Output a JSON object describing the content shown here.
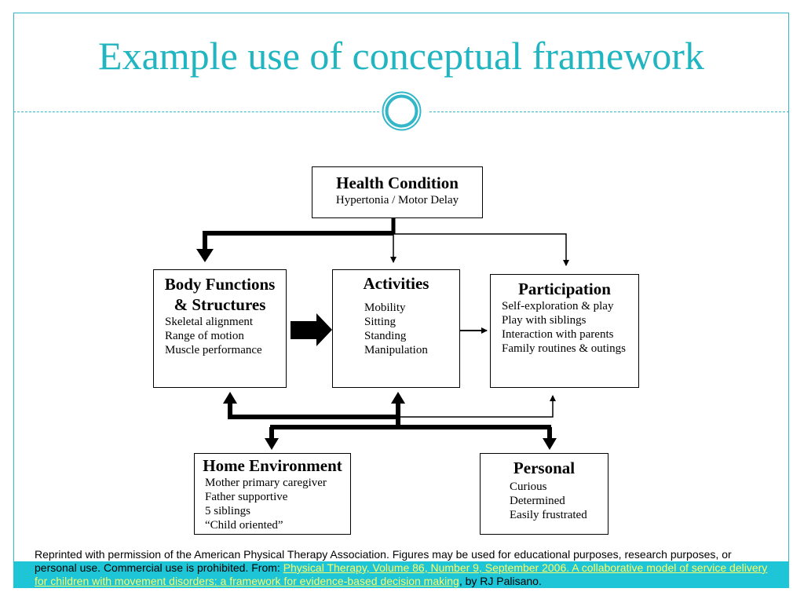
{
  "slide": {
    "title": "Example use of conceptual framework"
  },
  "diagram": {
    "health_condition": {
      "heading": "Health Condition",
      "detail": "Hypertonia / Motor Delay"
    },
    "body_functions": {
      "heading_line1": "Body Functions",
      "heading_line2": "& Structures",
      "items": [
        "Skeletal  alignment",
        "Range  of motion",
        "Muscle performance"
      ]
    },
    "activities": {
      "heading": "Activities",
      "items": [
        "Mobility",
        "Sitting",
        "Standing",
        "Manipulation"
      ]
    },
    "participation": {
      "heading": "Participation",
      "items": [
        "Self-exploration  & play",
        "Play with siblings",
        "Interaction with parents",
        "Family routines & outings"
      ]
    },
    "home_environment": {
      "heading": "Home Environment",
      "items": [
        "Mother primary caregiver",
        "Father supportive",
        "5 siblings",
        "“Child oriented”"
      ]
    },
    "personal": {
      "heading": "Personal",
      "items": [
        "Curious",
        "Determined",
        "Easily frustrated"
      ]
    }
  },
  "caption": {
    "text": "Reprinted with permission of the American Physical Therapy Association. Figures may be used for educational purposes, research purposes, or personal use. Commercial use is prohibited. From: ",
    "link": "Physical Therapy, Volume 86, Number 9, September 2006. A collaborative model of  service delivery for children with movement disorders: a framework for evidence-based decision making",
    "suffix": ", by RJ Palisano."
  },
  "colors": {
    "accent": "#20b5c0",
    "band": "#1ec5d6",
    "link": "#ffff66"
  }
}
